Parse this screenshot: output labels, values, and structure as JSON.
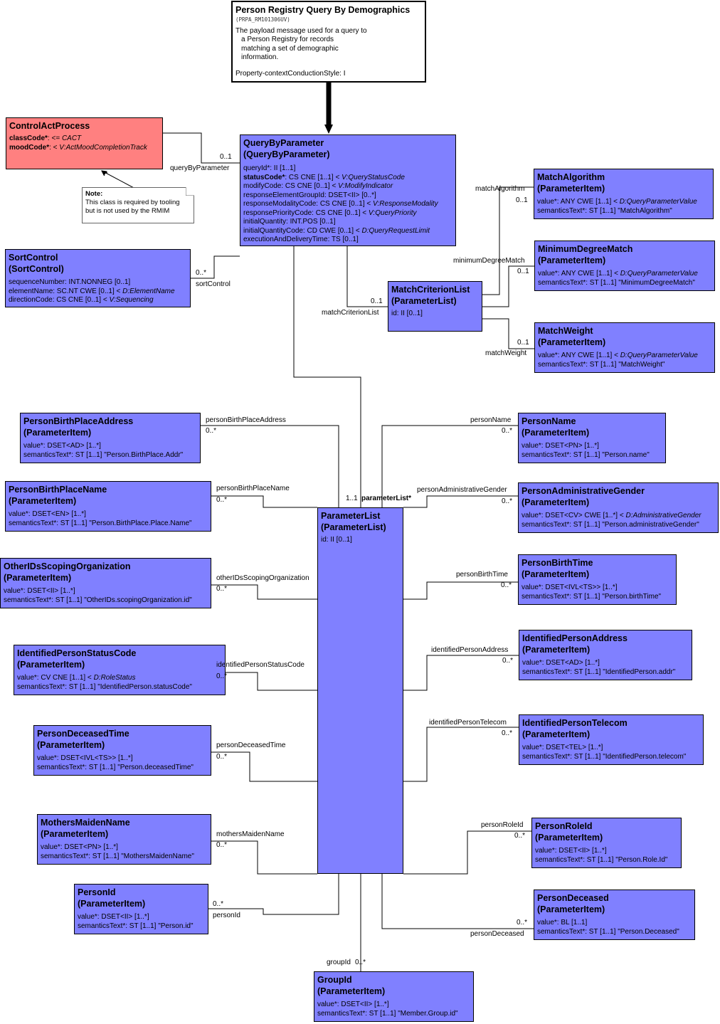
{
  "header": {
    "title": "Person Registry Query By Demographics",
    "id": "(PRPA_RM101306UV)",
    "description": [
      "The payload message used for a query to",
      "a Person Registry for records",
      "matching a set of demographic",
      "information."
    ],
    "property": "Property-contextConductionStyle: I"
  },
  "note": {
    "title": "Note:",
    "lines": [
      "This class is required by tooling",
      "but is not used by the RMIM"
    ]
  },
  "controlAct": {
    "title": "ControlActProcess",
    "attr1_name": "classCode*",
    "attr1_value": ": <= ",
    "attr1_italic": "CACT",
    "attr2_name": "moodCode*",
    "attr2_value": ": < ",
    "attr2_italic": "V:ActMoodCompletionTrack"
  },
  "qbp": {
    "title1": "QueryByParameter",
    "title2": "(QueryByParameter)",
    "rows": [
      {
        "text": "queryId*: II [1..1]"
      },
      {
        "bold": "statusCode*",
        "text": ": CS CNE [1..1] < ",
        "italic": "V:QueryStatusCode"
      },
      {
        "text": "modifyCode: CS CNE [0..1] < ",
        "italic": "V:ModifyIndicator"
      },
      {
        "text": "responseElementGroupId: DSET<II> [0..*]"
      },
      {
        "text": "responseModalityCode: CS CNE [0..1] < ",
        "italic": "V:ResponseModality"
      },
      {
        "text": "responsePriorityCode: CS CNE [0..1] < ",
        "italic": "V:QueryPriority"
      },
      {
        "text": "initialQuantity: INT.POS [0..1]"
      },
      {
        "text": "initialQuantityCode: CD CWE [0..1] < ",
        "italic": "D:QueryRequestLimit"
      },
      {
        "text": "executionAndDeliveryTime: TS [0..1]"
      }
    ]
  },
  "sortControl": {
    "title1": "SortControl",
    "title2": "(SortControl)",
    "rows": [
      {
        "text": "sequenceNumber: INT.NONNEG [0..1]"
      },
      {
        "text": "elementName: SC.NT CWE [0..1] < ",
        "italic": "D:ElementName"
      },
      {
        "text": "directionCode: CS CNE [0..1] < ",
        "italic": "V:Sequencing"
      }
    ]
  },
  "matchCriterionList": {
    "title1": "MatchCriterionList",
    "title2": "(ParameterList)",
    "row": "id: II [0..1]"
  },
  "parameterList": {
    "title1": "ParameterList",
    "title2": "(ParameterList)",
    "row": "id: II [0..1]"
  },
  "items": {
    "matchAlgorithm": {
      "title": "MatchAlgorithm",
      "sub": "(ParameterItem)",
      "value": "value*: ANY CWE [1..1] < ",
      "valueItalic": "D:QueryParameterValue",
      "sem": "semanticsText*: ST [1..1] \"MatchAlgorithm\""
    },
    "minimumDegreeMatch": {
      "title": "MinimumDegreeMatch",
      "sub": "(ParameterItem)",
      "value": "value*: ANY CWE [1..1] < ",
      "valueItalic": "D:QueryParameterValue",
      "sem": "semanticsText*: ST [1..1] \"MinimumDegreeMatch\""
    },
    "matchWeight": {
      "title": "MatchWeight",
      "sub": "(ParameterItem)",
      "value": "value*: ANY CWE [1..1] < ",
      "valueItalic": "D:QueryParameterValue",
      "sem": "semanticsText*: ST [1..1] \"MatchWeight\""
    },
    "personBirthPlaceAddress": {
      "title": "PersonBirthPlaceAddress",
      "sub": "(ParameterItem)",
      "value": "value*: DSET<AD> [1..*]",
      "valueItalic": "",
      "sem": "semanticsText*: ST [1..1] \"Person.BirthPlace.Addr\""
    },
    "personBirthPlaceName": {
      "title": "PersonBirthPlaceName",
      "sub": "(ParameterItem)",
      "value": "value*: DSET<EN> [1..*]",
      "valueItalic": "",
      "sem": "semanticsText*: ST [1..1] \"Person.BirthPlace.Place.Name\""
    },
    "otherIDsScopingOrganization": {
      "title": "OtherIDsScopingOrganization",
      "sub": "(ParameterItem)",
      "value": "value*: DSET<II> [1..*]",
      "valueItalic": "",
      "sem": "semanticsText*: ST [1..1] \"OtherIDs.scopingOrganization.id\""
    },
    "identifiedPersonStatusCode": {
      "title": "IdentifiedPersonStatusCode",
      "sub": "(ParameterItem)",
      "value": "value*: CV CNE [1..1] < ",
      "valueItalic": "D:RoleStatus",
      "sem": "semanticsText*: ST [1..1] \"IdentifiedPerson.statusCode\""
    },
    "personDeceasedTime": {
      "title": "PersonDeceasedTime",
      "sub": "(ParameterItem)",
      "value": "value*: DSET<IVL<TS>> [1..*]",
      "valueItalic": "",
      "sem": "semanticsText*: ST [1..1] \"Person.deceasedTime\""
    },
    "mothersMaidenName": {
      "title": "MothersMaidenName",
      "sub": "(ParameterItem)",
      "value": "value*: DSET<PN> [1..*]",
      "valueItalic": "",
      "sem": "semanticsText*: ST [1..1] \"MothersMaidenName\""
    },
    "personId": {
      "title": "PersonId",
      "sub": "(ParameterItem)",
      "value": "value*: DSET<II> [1..*]",
      "valueItalic": "",
      "sem": "semanticsText*: ST [1..1] \"Person.id\""
    },
    "groupId": {
      "title": "GroupId",
      "sub": "(ParameterItem)",
      "value": "value*: DSET<II> [1..*]",
      "valueItalic": "",
      "sem": "semanticsText*: ST [1..1] \"Member.Group.id\""
    },
    "personName": {
      "title": "PersonName",
      "sub": "(ParameterItem)",
      "value": "value*: DSET<PN> [1..*]",
      "valueItalic": "",
      "sem": "semanticsText*: ST [1..1] \"Person.name\""
    },
    "personAdministrativeGender": {
      "title": "PersonAdministrativeGender",
      "sub": "(ParameterItem)",
      "value": "value*: DSET<CV> CWE [1..*] < ",
      "valueItalic": "D:AdministrativeGender",
      "sem": "semanticsText*: ST [1..1] \"Person.administrativeGender\""
    },
    "personBirthTime": {
      "title": "PersonBirthTime",
      "sub": "(ParameterItem)",
      "value": "value*: DSET<IVL<TS>> [1..*]",
      "valueItalic": "",
      "sem": "semanticsText*: ST [1..1] \"Person.birthTime\""
    },
    "identifiedPersonAddress": {
      "title": "IdentifiedPersonAddress",
      "sub": "(ParameterItem)",
      "value": "value*: DSET<AD> [1..*]",
      "valueItalic": "",
      "sem": "semanticsText*: ST [1..1] \"IdentifiedPerson.addr\""
    },
    "identifiedPersonTelecom": {
      "title": "IdentifiedPersonTelecom",
      "sub": "(ParameterItem)",
      "value": "value*: DSET<TEL> [1..*]",
      "valueItalic": "",
      "sem": "semanticsText*: ST [1..1] \"IdentifiedPerson.telecom\""
    },
    "personRoleId": {
      "title": "PersonRoleId",
      "sub": "(ParameterItem)",
      "value": "value*: DSET<II> [1..*]",
      "valueItalic": "",
      "sem": "semanticsText*: ST [1..1] \"Person.Role.Id\""
    },
    "personDeceased": {
      "title": "PersonDeceased",
      "sub": "(ParameterItem)",
      "value": "value*: BL [1..1]",
      "valueItalic": "",
      "sem": "semanticsText*: ST [1..1] \"Person.Deceased\""
    }
  },
  "labels": {
    "queryByParameter": "queryByParameter",
    "qbpMult": "0..1",
    "sortControl": "sortControl",
    "sortMult": "0..*",
    "matchCriterionList": "matchCriterionList",
    "mclMult": "0..1",
    "matchAlgorithm": "matchAlgorithm",
    "maMult": "0..1",
    "minimumDegreeMatch": "minimumDegreeMatch",
    "mdmMult": "0..1",
    "matchWeight": "matchWeight",
    "mwMult": "0..1",
    "parameterListMult": "1..1",
    "parameterList": "parameterList*",
    "personBirthPlaceAddress": "personBirthPlaceAddress",
    "personBirthPlaceName": "personBirthPlaceName",
    "otherIDsScopingOrganization": "otherIDsScopingOrganization",
    "identifiedPersonStatusCode": "identifiedPersonStatusCode",
    "personDeceasedTime": "personDeceasedTime",
    "mothersMaidenName": "mothersMaidenName",
    "personId": "personId",
    "groupId": "groupId",
    "personName": "personName",
    "personAdministrativeGender": "personAdministrativeGender",
    "personBirthTime": "personBirthTime",
    "identifiedPersonAddress": "identifiedPersonAddress",
    "identifiedPersonTelecom": "identifiedPersonTelecom",
    "personRoleId": "personRoleId",
    "personDeceased": "personDeceased",
    "many": "0..*"
  }
}
